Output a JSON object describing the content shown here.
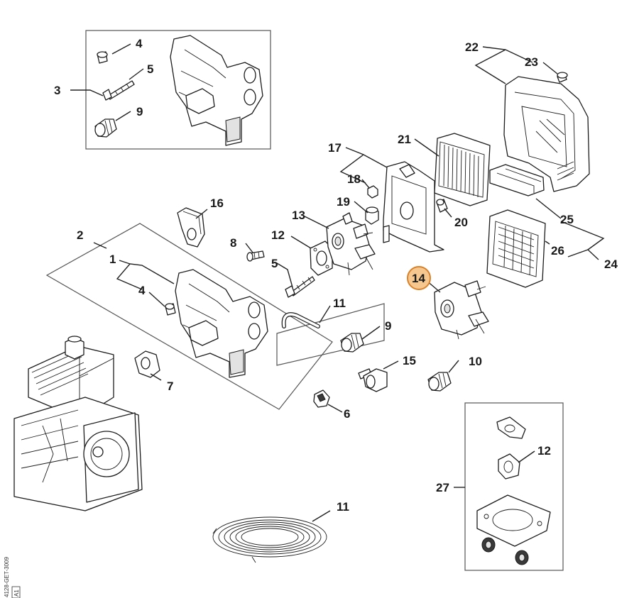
{
  "diagram": {
    "doc_id": "4128-GET-3009",
    "doc_variant": "A1",
    "highlighted_part": "14",
    "labels": {
      "l1": "1",
      "l2": "2",
      "l3": "3",
      "l4a": "4",
      "l4b": "4",
      "l5a": "5",
      "l5b": "5",
      "l6": "6",
      "l7": "7",
      "l8": "8",
      "l9a": "9",
      "l9b": "9",
      "l10": "10",
      "l11a": "11",
      "l11b": "11",
      "l12a": "12",
      "l12b": "12",
      "l13": "13",
      "l14": "14",
      "l15": "15",
      "l16": "16",
      "l17": "17",
      "l18": "18",
      "l19": "19",
      "l20": "20",
      "l21": "21",
      "l22": "22",
      "l23": "23",
      "l24": "24",
      "l25": "25",
      "l26": "26",
      "l27": "27"
    }
  }
}
